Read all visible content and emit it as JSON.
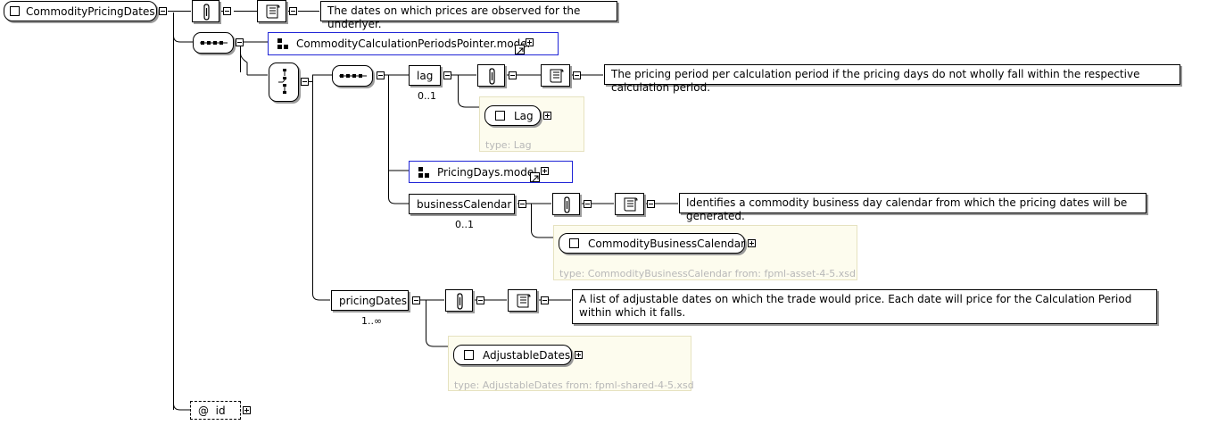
{
  "root": {
    "label": "CommodityPricingDates"
  },
  "root_doc": "The dates on which prices are observed for the underlyer.",
  "calc_periods_model": {
    "label": "CommodityCalculationPeriodsPointer.model"
  },
  "lag": {
    "label": "lag",
    "occurs": "0..1",
    "doc": "The pricing period per calculation period if the pricing days do not wholly fall within the respective calculation period.",
    "type_box": "Lag",
    "type_label": "type: Lag"
  },
  "pricing_days_model": {
    "label": "PricingDays.model"
  },
  "business_calendar": {
    "label": "businessCalendar",
    "occurs": "0..1",
    "doc": "Identifies a commodity business day calendar from which the pricing dates will be generated.",
    "type_box": "CommodityBusinessCalendar",
    "type_label": "type: CommodityBusinessCalendar from: fpml-asset-4-5.xsd"
  },
  "pricing_dates": {
    "label": "pricingDates",
    "occurs": "1..∞",
    "doc": "A list of adjustable dates on which the trade would price. Each date will price for the Calculation Period within which it falls.",
    "type_box": "AdjustableDates",
    "type_label": "type: AdjustableDates from: fpml-shared-4-5.xsd"
  },
  "attribute": {
    "label": "@  id"
  }
}
